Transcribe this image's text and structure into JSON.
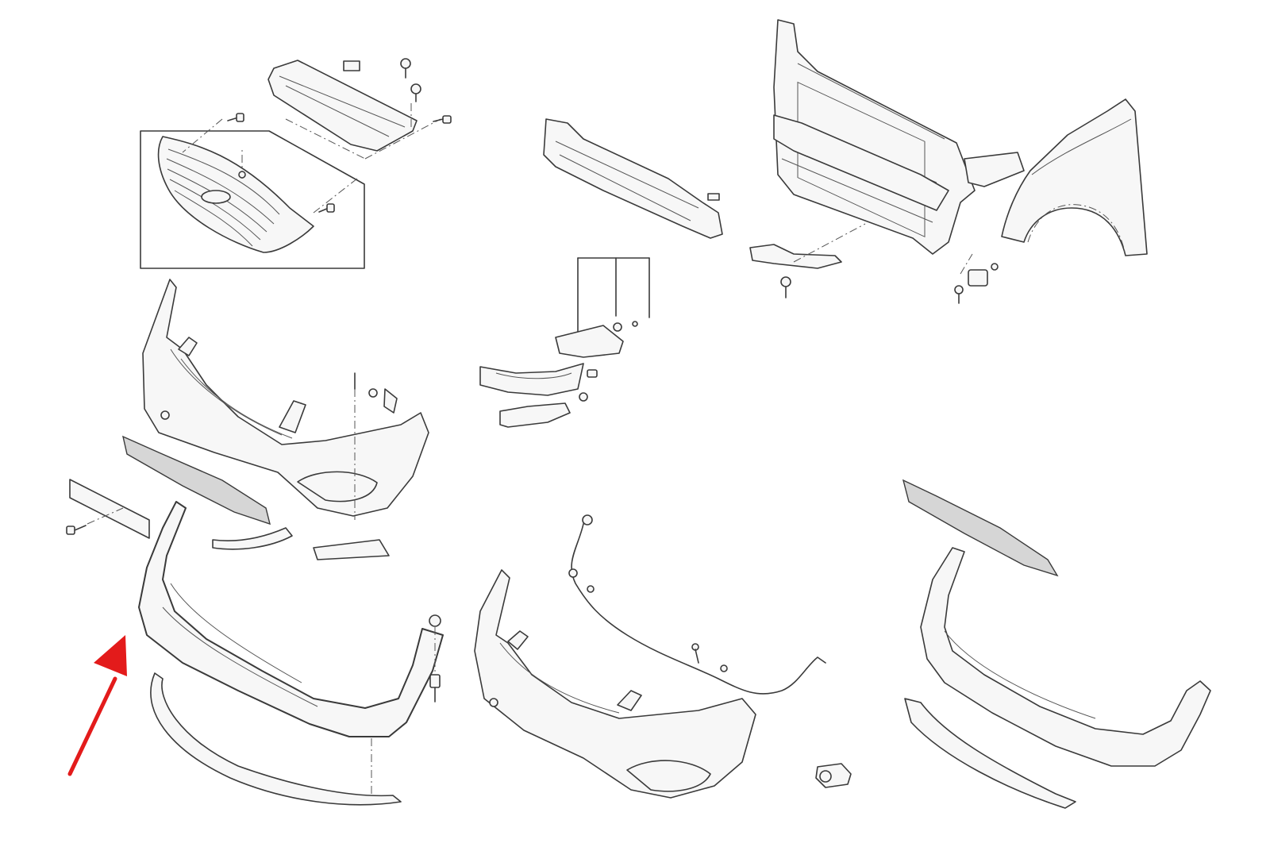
{
  "diagram": {
    "highlight_color": "#e0302d",
    "arrow_color": "#e31b1b",
    "line_color": "#3a3a3a",
    "background": "#ffffff",
    "parts": [
      "grille-assembly",
      "grille-upper-cover",
      "bumper-reinforcement-beam",
      "fog-lamp-assembly",
      "front-end-module",
      "front-fender",
      "front-bumper-cover",
      "license-plate-bracket",
      "lower-grille",
      "lower-lip-spoiler",
      "bumper-wiring-harness",
      "parking-sensor"
    ]
  }
}
